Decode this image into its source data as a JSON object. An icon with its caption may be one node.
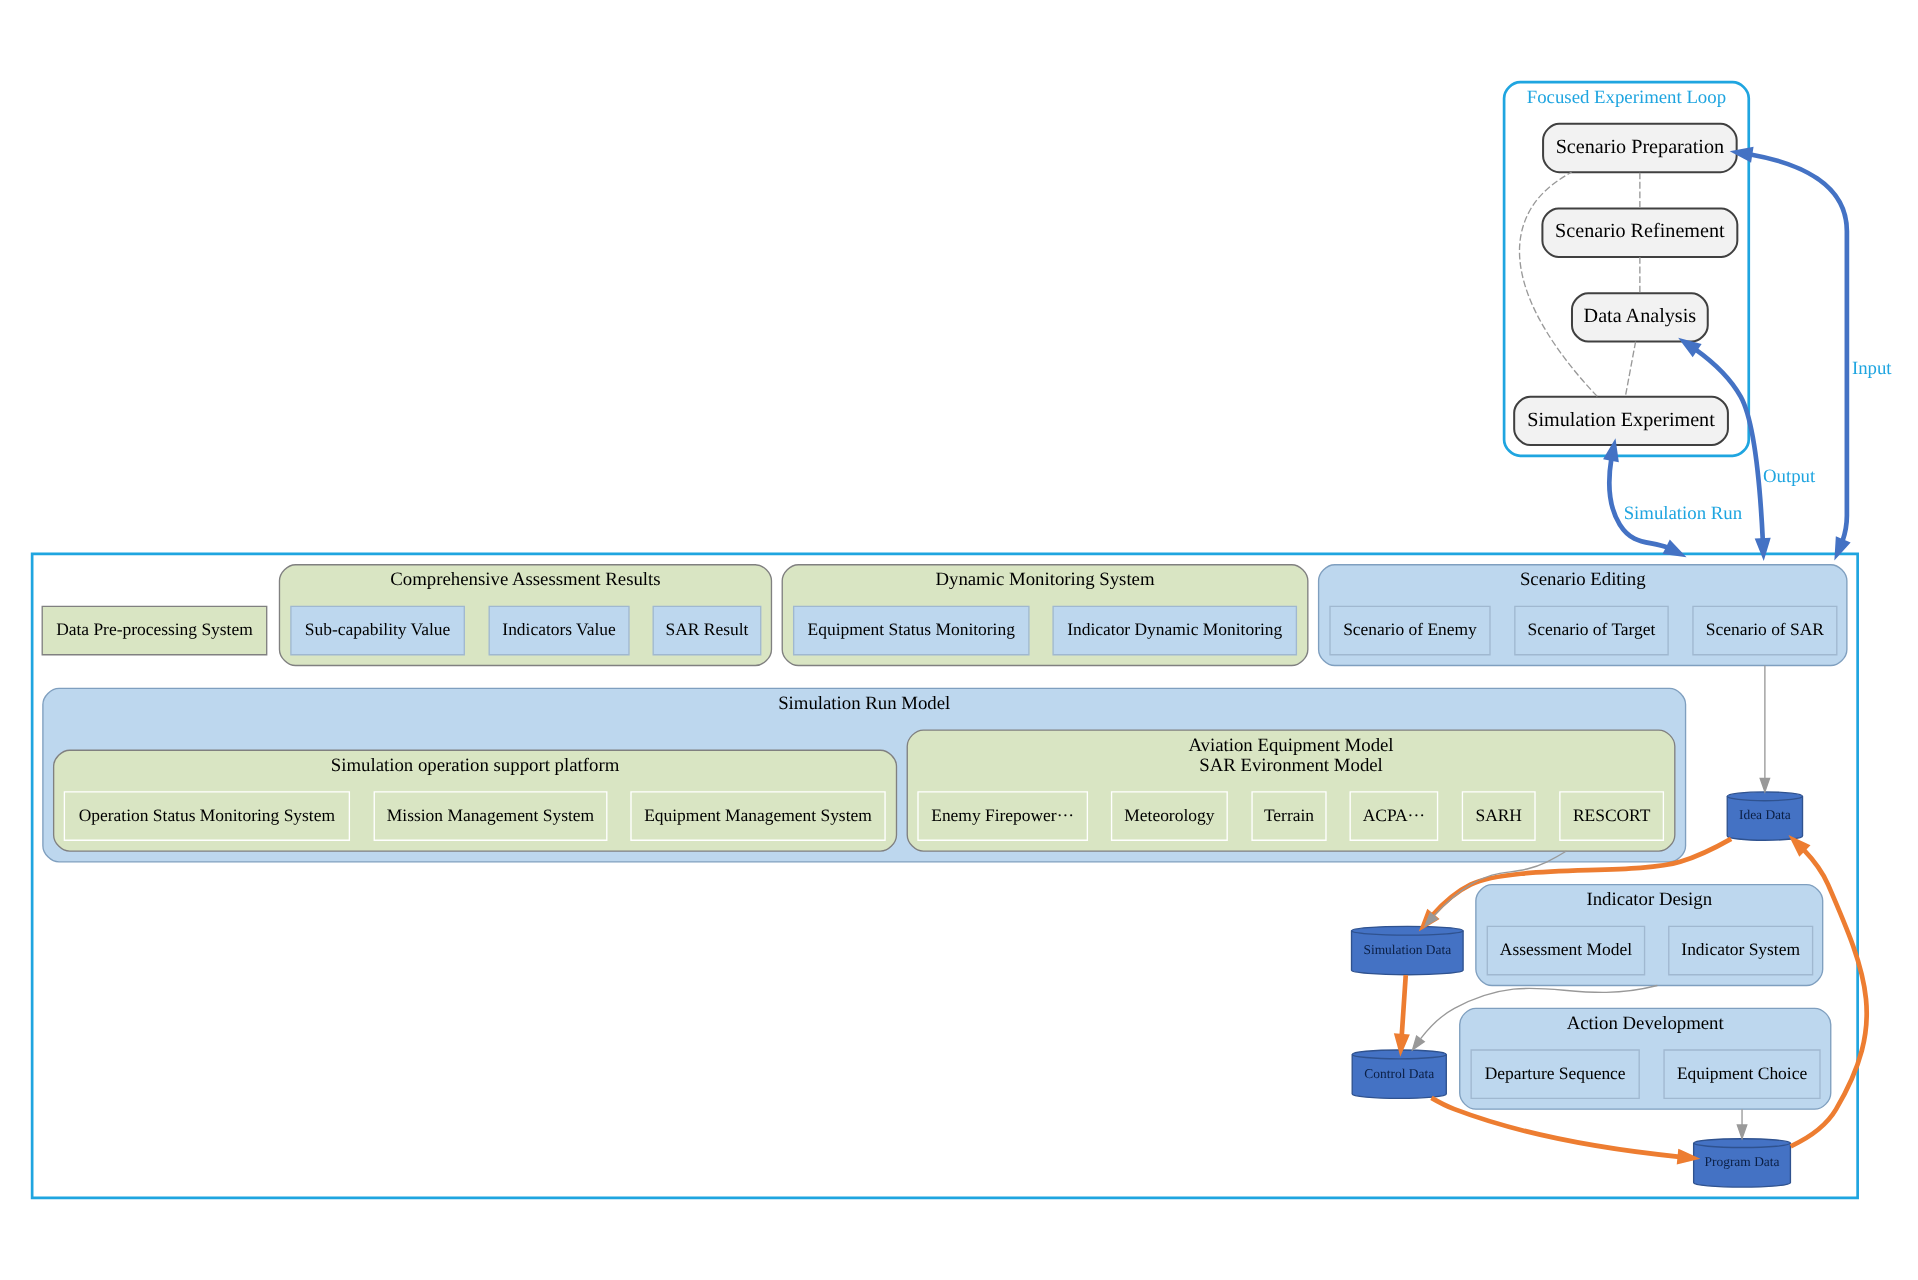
{
  "diagram": {
    "nodes": [
      {
        "text": [
          "Focused Experiment Loop"
        ]
      },
      {
        "text": [
          "Scenario Preparation"
        ],
        "in": 0
      },
      {
        "text": [
          "Scenario Refinement"
        ],
        "in": 0
      },
      {
        "text": [
          "Simulation Experiment"
        ],
        "in": 0
      },
      {
        "text": [
          "Data Analysis"
        ],
        "in": 0
      },
      {
        "text": [],
        "shape": "box"
      },
      {
        "text": [
          "Scenario Editing"
        ],
        "in": 5
      },
      {
        "text": [
          "Scenario of SAR"
        ],
        "in": 6
      },
      {
        "text": [
          "Scenario of Target"
        ],
        "in": 6
      },
      {
        "text": [
          "Scenario of Enemy"
        ],
        "in": 6
      },
      {
        "text": [
          "Action Development"
        ],
        "in": 5
      },
      {
        "text": [
          "Equipment Choice"
        ],
        "in": 10
      },
      {
        "text": [
          "Departure Sequence"
        ],
        "in": 10
      },
      {
        "text": [
          "Indicator Design"
        ],
        "in": 5
      },
      {
        "text": [
          "Indicator System"
        ],
        "in": 13
      },
      {
        "text": [
          "Assessment Model"
        ],
        "in": 13
      },
      {
        "text": [
          "Idea Data"
        ],
        "in": 5
      },
      {
        "text": [
          "Program Data"
        ],
        "in": 5
      },
      {
        "text": [
          "Control Data"
        ],
        "in": 5
      },
      {
        "text": [
          "Simulation Run Model"
        ],
        "in": 5
      },
      {
        "text": [
          "Aviation Equipment Model",
          "SAR Evironment Model"
        ],
        "in": 19
      },
      {
        "text": [
          "RESCORT"
        ],
        "in": 20
      },
      {
        "text": [
          "SARH"
        ],
        "in": 20
      },
      {
        "text": [
          "ACPA···"
        ],
        "in": 20
      },
      {
        "text": [
          "Terrain"
        ],
        "in": 20
      },
      {
        "text": [
          "Meteorology"
        ],
        "in": 20
      },
      {
        "text": [
          "Enemy Firepower···"
        ],
        "in": 20
      },
      {
        "text": [
          "Simulation operation support platform"
        ],
        "in": 19
      },
      {
        "text": [
          "Equipment Management System"
        ],
        "in": 27
      },
      {
        "text": [
          "Mission Management System"
        ],
        "in": 27
      },
      {
        "text": [
          "Operation Status Monitoring System"
        ],
        "in": 27
      },
      {
        "text": [
          "Simulation Data"
        ],
        "in": 5
      },
      {
        "text": [
          "Data Pre-processing System"
        ],
        "in": 5
      },
      {
        "text": [
          "Dynamic Monitoring System"
        ],
        "in": 5
      },
      {
        "text": [
          "Indicator Dynamic Monitoring"
        ],
        "in": 33
      },
      {
        "text": [
          "Equipment Status Monitoring"
        ],
        "in": 33
      },
      {
        "text": [
          "Comprehensive Assessment Results"
        ],
        "in": 5
      },
      {
        "text": [
          "SAR Result"
        ],
        "in": 36
      },
      {
        "text": [
          "Indicators Value"
        ],
        "in": 36
      },
      {
        "text": [
          "Sub-capability Value"
        ],
        "in": 36
      }
    ],
    "edges": [
      {
        "from": 1,
        "to": 2,
        "arrow": "none",
        "style": "dashed"
      },
      {
        "from": 2,
        "to": 4,
        "arrow": "none",
        "style": "dashed"
      },
      {
        "from": 4,
        "to": 3,
        "arrow": "none",
        "style": "dashed"
      },
      {
        "from": 3,
        "to": 1,
        "arrow": "none",
        "style": "dashed"
      },
      {
        "from": 1,
        "to": 5,
        "arrow": "both",
        "label": "Input",
        "style": "thick",
        "color": "#4472c4"
      },
      {
        "from": 3,
        "to": 5,
        "arrow": "both",
        "label": "Simulation Run",
        "style": "thick",
        "color": "#4472c4"
      },
      {
        "from": 4,
        "to": 5,
        "arrow": "both",
        "label": "Output",
        "style": "thick",
        "color": "#4472c4"
      },
      {
        "from": 6,
        "to": 16,
        "arrow": "to"
      },
      {
        "from": 10,
        "to": 17,
        "arrow": "to"
      },
      {
        "from": 13,
        "to": 18,
        "arrow": "to"
      },
      {
        "from": 20,
        "to": 31,
        "arrow": "to"
      },
      {
        "from": 18,
        "to": 17,
        "arrow": "to",
        "style": "thick",
        "color": "#ed7d31"
      },
      {
        "from": 17,
        "to": 16,
        "arrow": "to",
        "style": "thick",
        "color": "#ed7d31"
      },
      {
        "from": 16,
        "to": 31,
        "arrow": "to",
        "style": "thick",
        "color": "#ed7d31"
      },
      {
        "from": 31,
        "to": 18,
        "arrow": "to",
        "style": "thick",
        "color": "#ed7d31"
      }
    ]
  }
}
